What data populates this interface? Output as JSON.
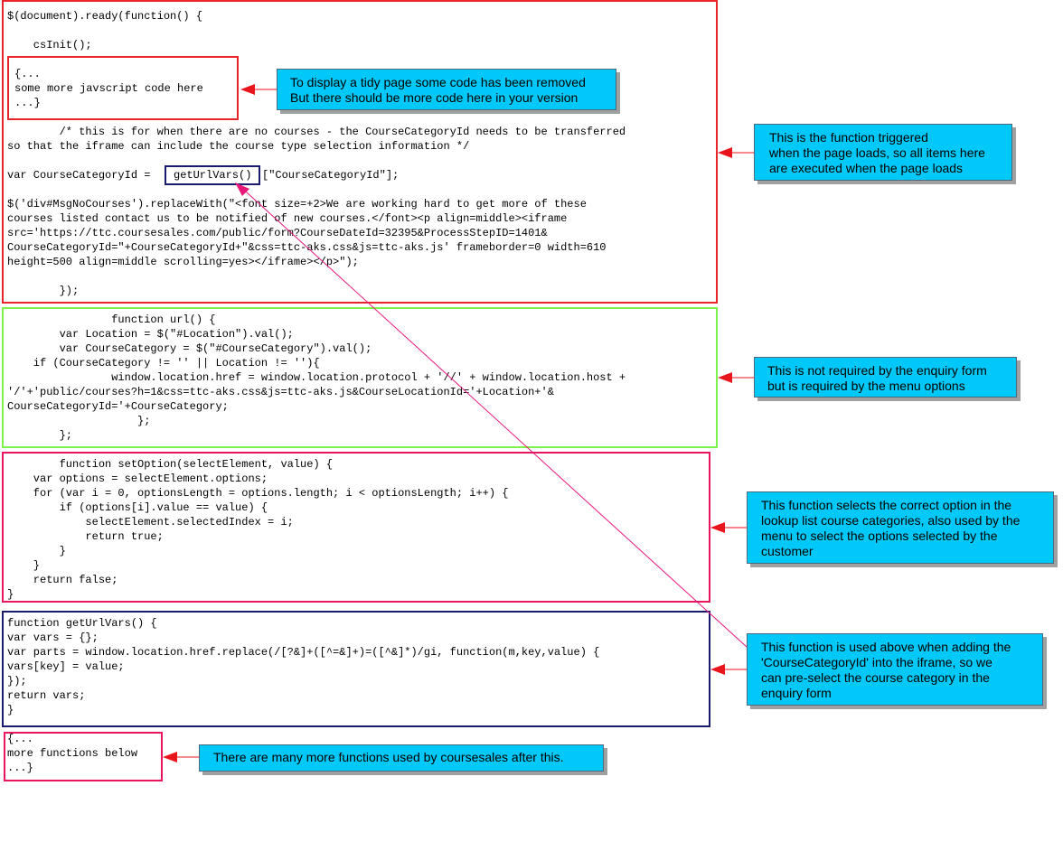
{
  "blocks": {
    "ready": {
      "border_color": "#e8262a",
      "code": "$(document).ready(function() {\n\n    csInit();\n\n\n\n\n\n        /* this is for when there are no courses - the CourseCategoryId needs to be transferred\nso that the iframe can include the course type selection information */\n\nvar CourseCategoryId = \n\n$('div#MsgNoCourses').replaceWith(\"<font size=+2>We are working hard to get more of these\ncourses listed contact us to be notified of new courses.</font><p align=middle><iframe\nsrc='https://ttc.coursesales.com/public/form?CourseDateId=32395&ProcessStepID=1401&\nCourseCategoryId=\"+CourseCategoryId+\"&css=ttc-aks.css&js=ttc-aks.js' frameborder=0 width=610\nheight=500 align=middle scrolling=yes></iframe></p>\");\n\n        });",
      "removed_code": "{...\nsome more javscript code here\n...}",
      "highlight_call": "getUrlVars()",
      "after_highlight": "[\"CourseCategoryId\"];"
    },
    "url_function": {
      "border_color": "#7cf24a",
      "code": "                function url() {\n        var Location = $(\"#Location\").val();\n        var CourseCategory = $(\"#CourseCategory\").val();\n    if (CourseCategory != '' || Location != ''){\n                window.location.href = window.location.protocol + '//' + window.location.host +\n'/'+'public/courses?h=1&css=ttc-aks.css&js=ttc-aks.js&CourseLocationId='+Location+'&\nCourseCategoryId='+CourseCategory;\n                    };\n        };"
    },
    "set_option": {
      "border_color": "#e8175d",
      "code": "        function setOption(selectElement, value) {\n    var options = selectElement.options;\n    for (var i = 0, optionsLength = options.length; i < optionsLength; i++) {\n        if (options[i].value == value) {\n            selectElement.selectedIndex = i;\n            return true;\n        }\n    }\n    return false;\n}"
    },
    "get_url_vars": {
      "border_color": "#1a1a6e",
      "code": "function getUrlVars() {\nvar vars = {};\nvar parts = window.location.href.replace(/[?&]+([^=&]+)=([^&]*)/gi, function(m,key,value) {\nvars[key] = value;\n});\nreturn vars;\n}"
    },
    "more_functions": {
      "border_color": "#e8175d",
      "code": "{...\nmore functions below\n...}"
    }
  },
  "callouts": {
    "removed": "To display a tidy page some code has been removed\nBut there should be more code here in your version",
    "ready": "This is the function triggered\nwhen the page loads, so all items here\nare executed when the page loads",
    "url": "This is not required by the enquiry form\nbut is required by the menu options",
    "set_option": "This function selects the correct option in the\nlookup list course categories, also used by the\nmenu to select the options selected by the\ncustomer",
    "get_url_vars": "This function is used above when adding the\n'CourseCategoryId' into the iframe, so we\ncan pre-select the course category in the\nenquiry form",
    "more": "There are many more functions used by coursesales after this."
  },
  "colors": {
    "callout_fill": "#00c8f8",
    "arrow": "#e8161c",
    "connector": "#e8177a"
  }
}
